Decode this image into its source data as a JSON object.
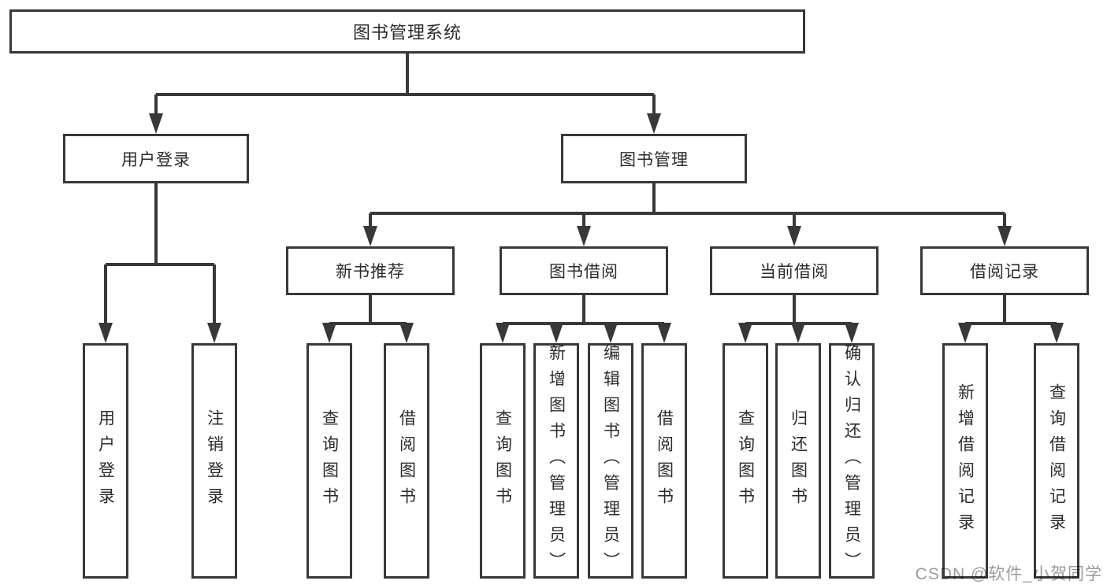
{
  "diagram": {
    "title": "图书管理系统",
    "user_login": {
      "label": "用户登录",
      "children": [
        "用户登录",
        "注销登录"
      ]
    },
    "book_management": {
      "label": "图书管理",
      "sections": [
        {
          "label": "新书推荐",
          "children": [
            "查询图书",
            "借阅图书"
          ]
        },
        {
          "label": "图书借阅",
          "children": [
            "查询图书",
            "新增图书（管理员）",
            "编辑图书（管理员）",
            "借阅图书"
          ]
        },
        {
          "label": "当前借阅",
          "children": [
            "查询图书",
            "归还图书",
            "确认归还（管理员）"
          ]
        },
        {
          "label": "借阅记录",
          "children": [
            "新增借阅记录",
            "查询借阅记录"
          ]
        }
      ]
    }
  },
  "watermark": {
    "text": "CSDN @软件_小贺同学",
    "color": "#9b9b9b"
  },
  "colors": {
    "line": "#383838",
    "box_background": "#ffffff",
    "text": "#2b2b2b"
  }
}
